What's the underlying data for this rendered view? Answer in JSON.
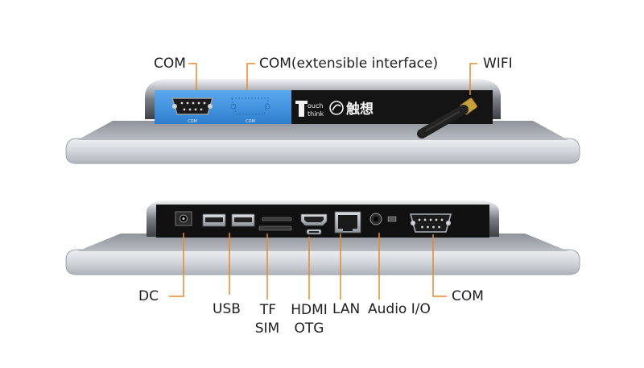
{
  "top_view": {
    "port_label_left": "COM",
    "port_label_middle": "COM(extensible interface)",
    "port_label_right": "WIFI",
    "silk_com_1": "COM",
    "silk_com_2": "COM",
    "brand_en_line1": "ouch",
    "brand_en_line2": "think",
    "brand_cn": "触想"
  },
  "bottom_view": {
    "labels": {
      "dc": "DC",
      "usb": "USB",
      "tf": "TF",
      "sim": "SIM",
      "hdmi": "HDMI",
      "otg": "OTG",
      "lan": "LAN",
      "audio": "Audio I/O",
      "com": "COM"
    }
  },
  "colors": {
    "accent_line": "#e8892b",
    "panel_black": "#111111",
    "panel_blue": "#4a9ee6",
    "chassis_silver": "#cfd3d8"
  }
}
